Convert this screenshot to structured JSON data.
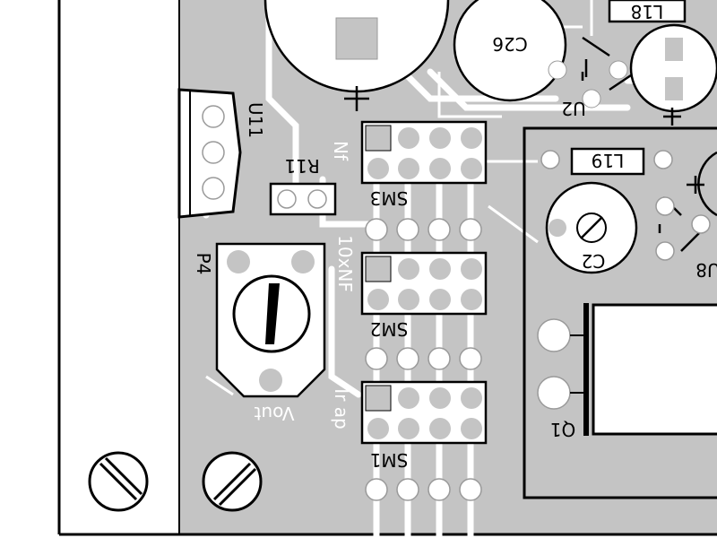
{
  "colors": {
    "copper": "#c4c4c4",
    "silkscreen": "#000000",
    "background": "#ffffff",
    "pad": "#ffffff"
  },
  "labels": {
    "c26": "C26",
    "l18": "L18",
    "u2": "U2",
    "u11": "U11",
    "r11": "R11",
    "sm3": "SM3",
    "sm2": "SM2",
    "sm1": "SM1",
    "l19": "L19",
    "c2": "C2",
    "u8": "U8",
    "p4": "P4",
    "q1": "Q1",
    "vout": "Vout",
    "ir_ap": "Ir ap",
    "cap_10uf": "10xNF",
    "nf": "Nf",
    "plus_1": "+",
    "plus_2": "+",
    "plus_3": "+"
  },
  "icons": {
    "screw_left": "screw-icon",
    "screw_right": "screw-icon",
    "trimmer": "trimmer-potentiometer-icon"
  }
}
